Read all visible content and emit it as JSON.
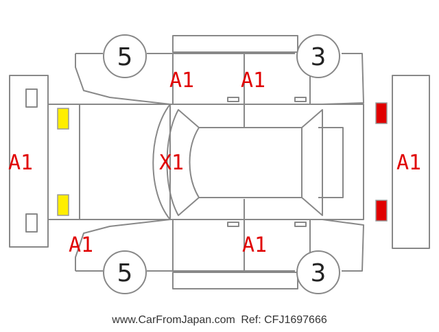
{
  "colors": {
    "outline": "#888888",
    "mark_text": "#e00000",
    "front_lamp": "#ffee00",
    "rear_lamp": "#e00000"
  },
  "marks": {
    "front_bumper": "A1",
    "rear_bumper": "A1",
    "roof": "X1",
    "left_front_door": "A1",
    "left_rear_door": "A1",
    "right_front_fender": "A1",
    "right_rear_door": "A1"
  },
  "tyres": {
    "front_left": "5",
    "rear_left": "3",
    "front_right": "5",
    "rear_right": "3"
  },
  "footer": {
    "site": "www.CarFromJapan.com",
    "ref": "Ref: CFJ1697666"
  }
}
